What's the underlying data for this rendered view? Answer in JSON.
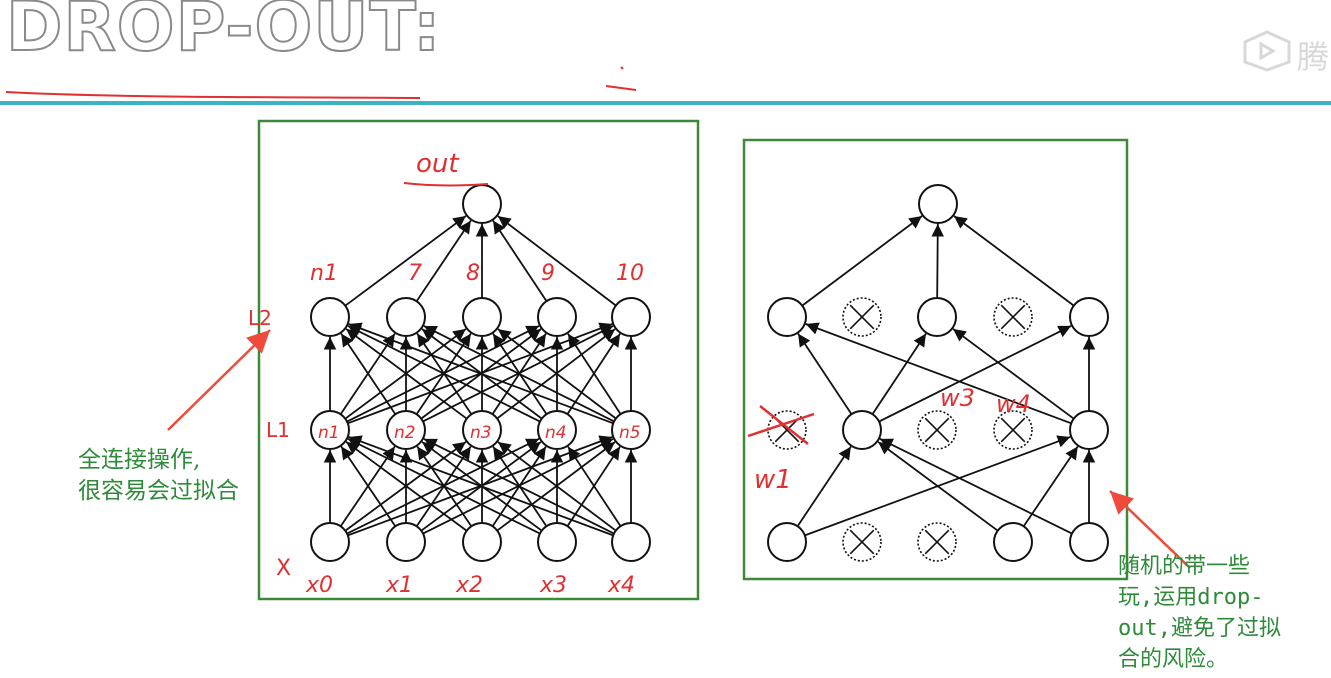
{
  "slide": {
    "title": "DROP-OUT:",
    "logo_text": "腾"
  },
  "annotations": {
    "left_note": "全连接操作,\n很容易会过拟合",
    "right_note": "随机的带一些\n玩,运用drop-\nout,避免了过拟\n合的风险。"
  },
  "handwriting": {
    "out_label": "out",
    "layer2_label": "L2",
    "layer1_label": "L1",
    "input_label": "X",
    "input_labels": [
      "x0",
      "x1",
      "x2",
      "x3",
      "x4"
    ],
    "hidden_labels": [
      "n1",
      "n2",
      "n3",
      "n4",
      "n5"
    ],
    "top_labels": [
      "n1",
      "7",
      "8",
      "9",
      "10"
    ],
    "right_weight_labels": [
      "w3",
      "w4"
    ],
    "right_w1_label": "w1"
  },
  "colors": {
    "panel_border": "#3a8a3a",
    "note_text": "#2e8b3a",
    "ink": "#e03030",
    "arrow": "#f04a3a",
    "accent_line": "#3bb3c3",
    "title_outline": "#8a8a8a"
  },
  "diagrams": {
    "full_network": {
      "layers": [
        {
          "name": "input",
          "nodes": 5,
          "dropped": []
        },
        {
          "name": "hidden1",
          "nodes": 5,
          "dropped": []
        },
        {
          "name": "hidden2",
          "nodes": 5,
          "dropped": []
        },
        {
          "name": "output",
          "nodes": 1,
          "dropped": []
        }
      ]
    },
    "dropout_network": {
      "layers": [
        {
          "name": "input",
          "nodes": 5,
          "dropped": [
            1,
            2
          ]
        },
        {
          "name": "hidden1",
          "nodes": 5,
          "dropped": [
            0,
            2,
            3
          ]
        },
        {
          "name": "hidden2",
          "nodes": 5,
          "dropped": [
            1,
            3
          ]
        },
        {
          "name": "output",
          "nodes": 1,
          "dropped": []
        }
      ]
    }
  }
}
